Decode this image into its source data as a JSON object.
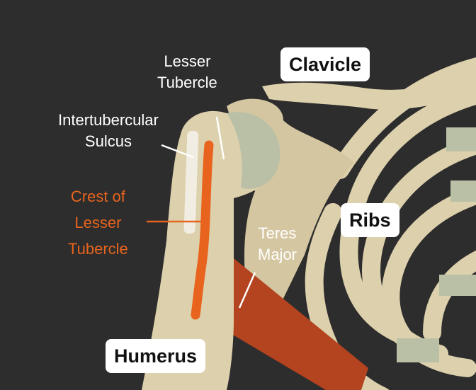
{
  "labels": {
    "lesser_tubercle": [
      "Lesser",
      "Tubercle"
    ],
    "intertubercular_sulcus": [
      "Intertubercular",
      "Sulcus"
    ],
    "crest": [
      "Crest of",
      "Lesser",
      "Tubercle"
    ],
    "teres_major": [
      "Teres",
      "Major"
    ],
    "clavicle": "Clavicle",
    "ribs": "Ribs",
    "humerus": "Humerus"
  },
  "colors": {
    "background": "#2d2d2d",
    "bone": "#ddd0ac",
    "cartilage": "#b9c0a6",
    "muscle": "#b4431f",
    "crest": "#e8641e"
  }
}
